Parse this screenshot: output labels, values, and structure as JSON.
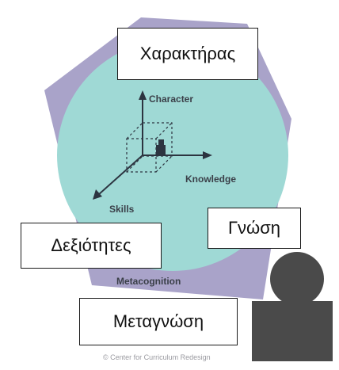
{
  "diagram": {
    "axis_labels": {
      "character": "Character",
      "knowledge": "Knowledge",
      "skills": "Skills"
    },
    "outer_label": "Metacognition",
    "credit": "© Center for Curriculum Redesign"
  },
  "overlays": {
    "character": "Χαρακτήρας",
    "skills": "Δεξιότητες",
    "knowledge": "Γνώση",
    "metacognition": "Μεταγνώση"
  },
  "colors": {
    "hexagon": "#a9a3c9",
    "circle": "#9fd9d5",
    "axis": "#2c3440",
    "figure": "#4a4a4a"
  }
}
